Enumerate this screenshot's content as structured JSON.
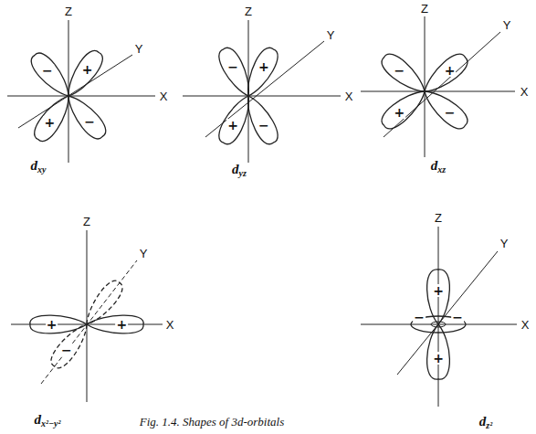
{
  "diagram": {
    "caption": "Fig. 1.4. Shapes of 3d-orbitals",
    "labels": [
      "Z",
      "Y",
      "X",
      "−",
      "+",
      "+",
      "−",
      "dxy",
      "Z",
      "Y",
      "X",
      "−",
      "+",
      "+",
      "−",
      "dyz",
      "Z",
      "Y",
      "X",
      "−",
      "+",
      "+",
      "−",
      "dxz",
      "Z",
      "Y",
      "X",
      "+",
      "+",
      "−",
      "dx²−y²",
      "Z",
      "Y",
      "X",
      "+",
      "+",
      "−",
      "−",
      "dz²"
    ]
  }
}
